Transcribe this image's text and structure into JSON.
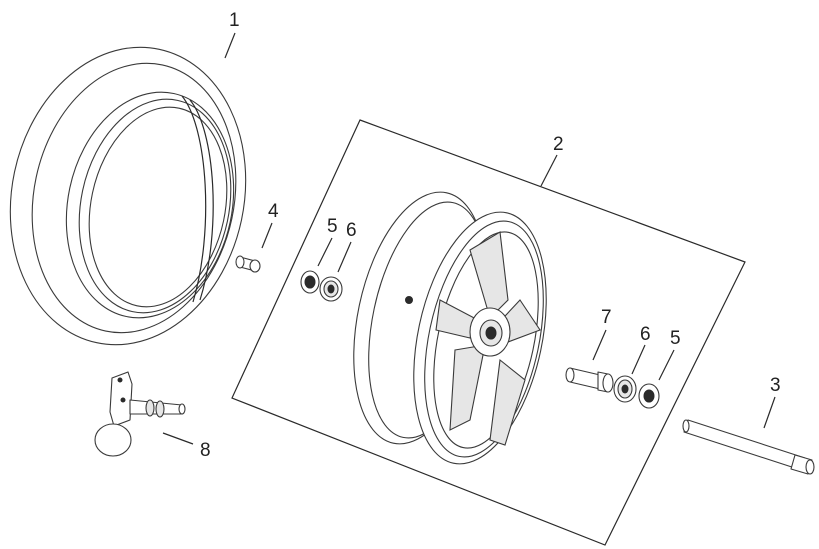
{
  "callouts": {
    "tire": "1",
    "rim": "2",
    "axle": "3",
    "spacer_left": "4",
    "seal_left": "5",
    "bearing_left": "6",
    "collar_right": "7",
    "bearing_right": "6",
    "seal_right": "5",
    "valve_sensor": "8"
  },
  "colors": {
    "line": "#2a2a2a",
    "fill": "#ffffff",
    "shade": "#e6e6e6"
  }
}
